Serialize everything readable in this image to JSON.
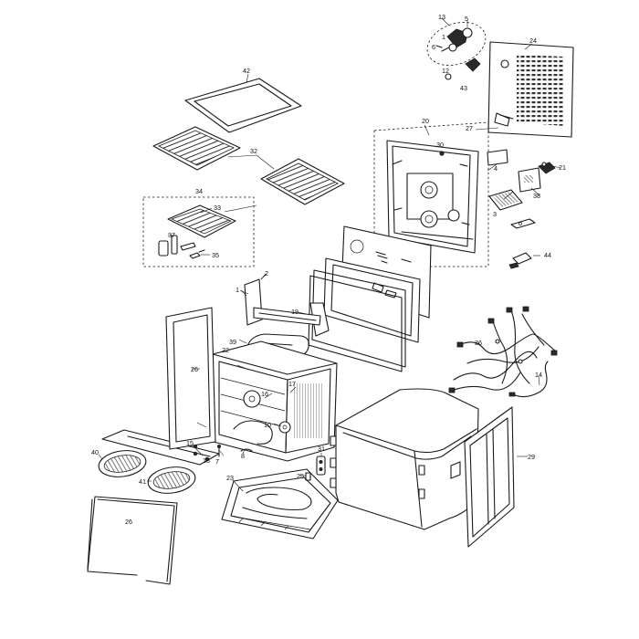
{
  "callouts": {
    "c1": "1",
    "c2": "2",
    "c3": "3",
    "c4": "4",
    "c5": "5",
    "c6": "6",
    "c7": "7",
    "c8": "8",
    "c10": "10",
    "c12": "12",
    "c13": "13",
    "c14": "14",
    "c15": "15",
    "c16": "16",
    "c17": "17",
    "c18": "18",
    "c19": "19",
    "c20": "20",
    "c21": "21",
    "c22": "22",
    "c23": "23",
    "c24": "24",
    "c25": "25",
    "c26a": "26",
    "c26b": "26",
    "c27": "27",
    "c29": "29",
    "c30": "30",
    "c31": "31",
    "c32": "32",
    "c33": "33",
    "c34": "34",
    "c35": "35",
    "c36": "36",
    "c37": "37",
    "c38": "38",
    "c39": "39",
    "c40": "40",
    "c41": "41",
    "c42": "42",
    "c43": "43",
    "c44": "44"
  }
}
